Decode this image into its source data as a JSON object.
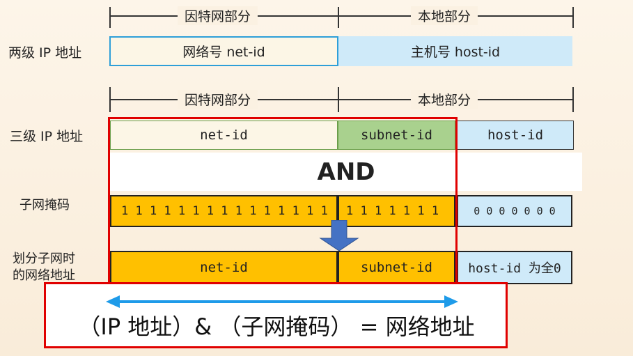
{
  "segments": {
    "internet_part": "因特网部分",
    "local_part": "本地部分"
  },
  "two_level": {
    "label": "两级 IP 地址",
    "network": "网络号 net-id",
    "host": "主机号 host-id"
  },
  "three_level": {
    "label": "三级 IP 地址",
    "net": "net-id",
    "subnet": "subnet-id",
    "host": "host-id"
  },
  "and_label": "AND",
  "mask": {
    "label": "子网掩码",
    "ones_net": "1 1 1 1 1 1 1 1 1 1 1 1 1 1 1 1",
    "ones_subnet": "1 1 1 1 1 1 1",
    "zeros": "0 0 0 0 0 0 0"
  },
  "result": {
    "label_line1": "划分子网时",
    "label_line2": "的网络地址",
    "net": "net-id",
    "subnet": "subnet-id",
    "host": "host-id 为全0"
  },
  "formula": "（IP 地址）& （子网掩码） = 网络地址",
  "colors": {
    "light_beige": "#fcf6e6",
    "light_blue": "#cfeaf9",
    "green": "#a9d18e",
    "orange": "#ffc000",
    "red": "#e00000",
    "arrow_blue": "#4472c4",
    "formula_arrow": "#1e9be9"
  }
}
